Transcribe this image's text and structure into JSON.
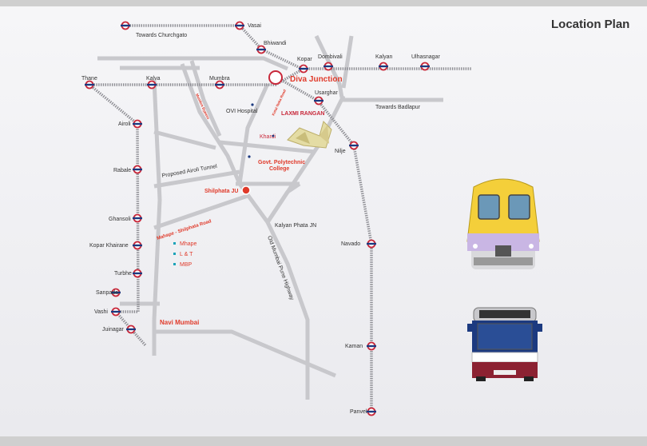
{
  "title": "Location Plan",
  "colors": {
    "road": "#c8c8cc",
    "rail_red": "#c8283a",
    "accent_red": "#e03a2a",
    "marker_teal": "#1aa3b8",
    "train_yellow": "#f4cf3a",
    "train_purple": "#c9b6e4",
    "bus_blue": "#1c3a80",
    "bus_red": "#8c2232"
  },
  "stations": [
    {
      "name": "Vasai"
    },
    {
      "name": "Bhiwandi"
    },
    {
      "name": "Kopar"
    },
    {
      "name": "Dombivali"
    },
    {
      "name": "Kalyan"
    },
    {
      "name": "Ulhasnagar"
    },
    {
      "name": "Thane"
    },
    {
      "name": "Kalva"
    },
    {
      "name": "Mumbra"
    },
    {
      "name": "Usarghar"
    },
    {
      "name": "Airoli"
    },
    {
      "name": "Nilje"
    },
    {
      "name": "Rabale"
    },
    {
      "name": "Ghansoli"
    },
    {
      "name": "Kopar Khairane"
    },
    {
      "name": "Navado"
    },
    {
      "name": "Turbhe"
    },
    {
      "name": "Sanpada"
    },
    {
      "name": "Vashi"
    },
    {
      "name": "Juinagar"
    },
    {
      "name": "Kaman"
    },
    {
      "name": "Panvel"
    }
  ],
  "labels": {
    "towards_churchgate": "Towards Churchgato",
    "towards_badlapur": "Towards Badlapur",
    "diva_junction": "Diva Junction",
    "ovi_hospital": "OVI Hospital",
    "govt_poly_1": "Govt. Polytechnic",
    "govt_poly_2": "College",
    "shilphata_ju": "Shilphata JU",
    "proposed_tunnel": "Proposed Airoli Tunnel",
    "kalyan_phata": "Kalyan Phata JN",
    "mahape_road": "Mahape - Shilphata Road",
    "old_highway": "Old Mumbai Pune Highway",
    "navi_mumbai": "Navi Mumbai",
    "mumbra_bypass": "Mumbra Bypass",
    "katai_road": "Katai Naka Road",
    "khardi": "Khardi",
    "project_name": "LAXMI RANGAN"
  },
  "landmarks": [
    {
      "name": "Mhape"
    },
    {
      "name": "L & T"
    },
    {
      "name": "MBP"
    }
  ]
}
